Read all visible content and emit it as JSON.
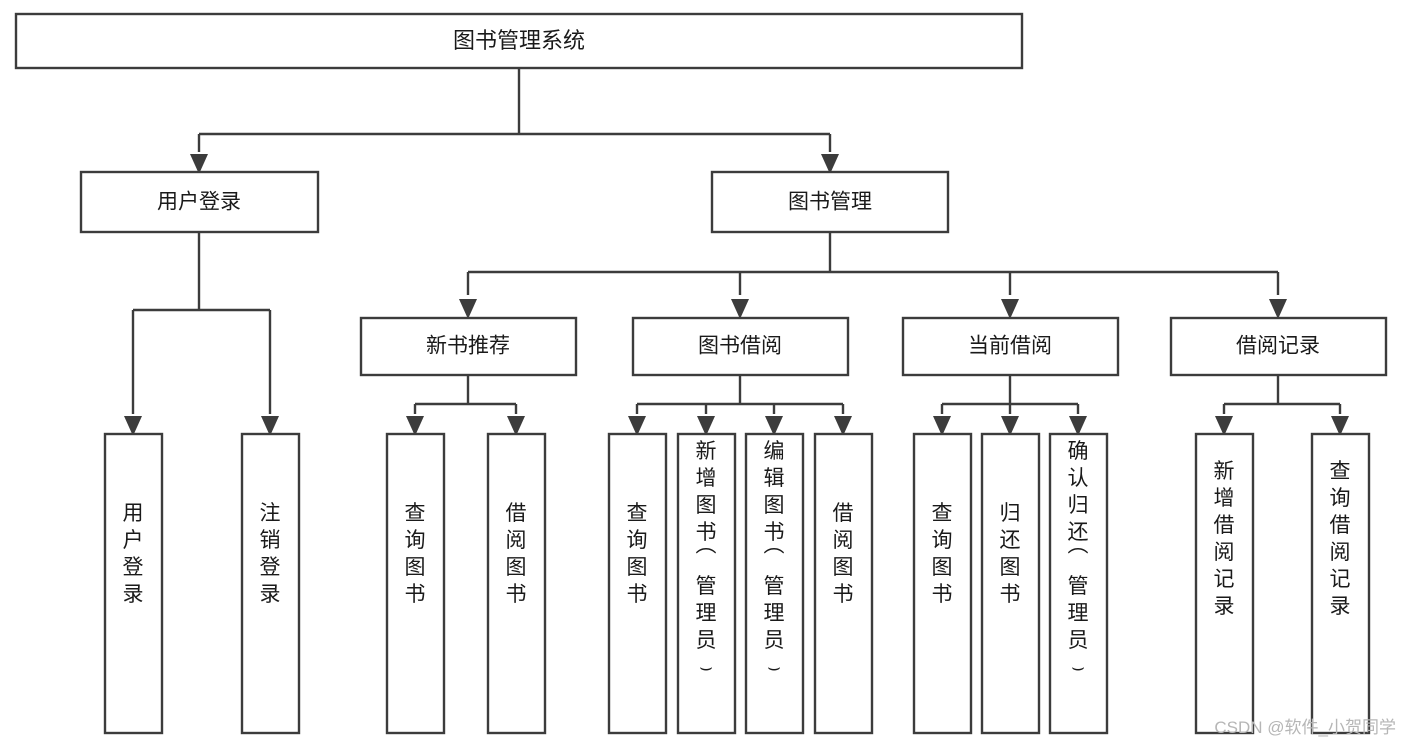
{
  "diagram": {
    "type": "tree-hierarchy",
    "title": "图书管理系统",
    "watermark": "CSDN @软件_小贺同学",
    "colors": {
      "stroke": "#3c3c3c",
      "fill": "#ffffff",
      "text": "#1a1a1a",
      "watermark": "#b6b6b6"
    },
    "root": {
      "label": "图书管理系统"
    },
    "level2": [
      {
        "id": "user-login",
        "label": "用户登录"
      },
      {
        "id": "book-manage",
        "label": "图书管理"
      }
    ],
    "level3": [
      {
        "id": "new-book-recommend",
        "label": "新书推荐",
        "parent": "book-manage"
      },
      {
        "id": "book-borrow",
        "label": "图书借阅",
        "parent": "book-manage"
      },
      {
        "id": "current-borrow",
        "label": "当前借阅",
        "parent": "book-manage"
      },
      {
        "id": "borrow-record",
        "label": "借阅记录",
        "parent": "book-manage"
      }
    ],
    "leaves": [
      {
        "id": "leaf-user-login",
        "label": "用户登录",
        "parent": "user-login"
      },
      {
        "id": "leaf-logout-login",
        "label": "注销登录",
        "parent": "user-login"
      },
      {
        "id": "leaf-query-book-1",
        "label": "查询图书",
        "parent": "new-book-recommend"
      },
      {
        "id": "leaf-borrow-book-1",
        "label": "借阅图书",
        "parent": "new-book-recommend"
      },
      {
        "id": "leaf-query-book-2",
        "label": "查询图书",
        "parent": "book-borrow"
      },
      {
        "id": "leaf-add-book",
        "label": "新增图书（管理员）",
        "parent": "book-borrow"
      },
      {
        "id": "leaf-edit-book",
        "label": "编辑图书（管理员）",
        "parent": "book-borrow"
      },
      {
        "id": "leaf-borrow-book-2",
        "label": "借阅图书",
        "parent": "book-borrow"
      },
      {
        "id": "leaf-query-book-3",
        "label": "查询图书",
        "parent": "current-borrow"
      },
      {
        "id": "leaf-return-book",
        "label": "归还图书",
        "parent": "current-borrow"
      },
      {
        "id": "leaf-confirm-return",
        "label": "确认归还（管理员）",
        "parent": "current-borrow"
      },
      {
        "id": "leaf-add-record",
        "label": "新增借阅记录",
        "parent": "borrow-record"
      },
      {
        "id": "leaf-query-record",
        "label": "查询借阅记录",
        "parent": "borrow-record"
      }
    ]
  }
}
